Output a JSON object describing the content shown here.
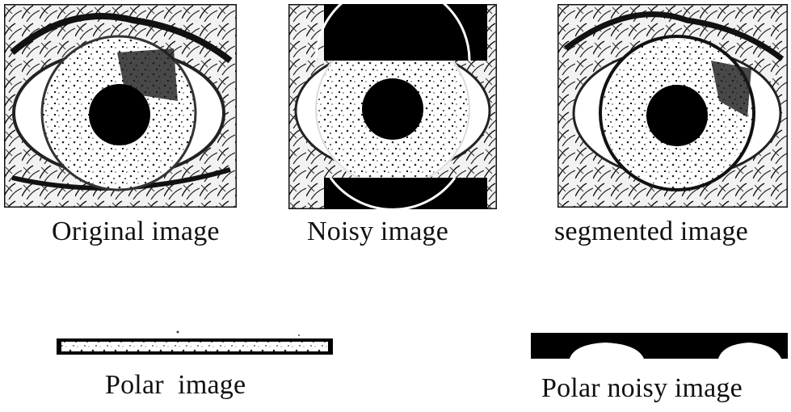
{
  "figures": [
    {
      "id": "original",
      "caption": "Original image"
    },
    {
      "id": "noisy",
      "caption": "Noisy image"
    },
    {
      "id": "segmented",
      "caption": "segmented image"
    }
  ],
  "polar": [
    {
      "id": "polar",
      "caption": "Polar  image"
    },
    {
      "id": "polar-noisy",
      "caption": "Polar noisy image"
    }
  ]
}
